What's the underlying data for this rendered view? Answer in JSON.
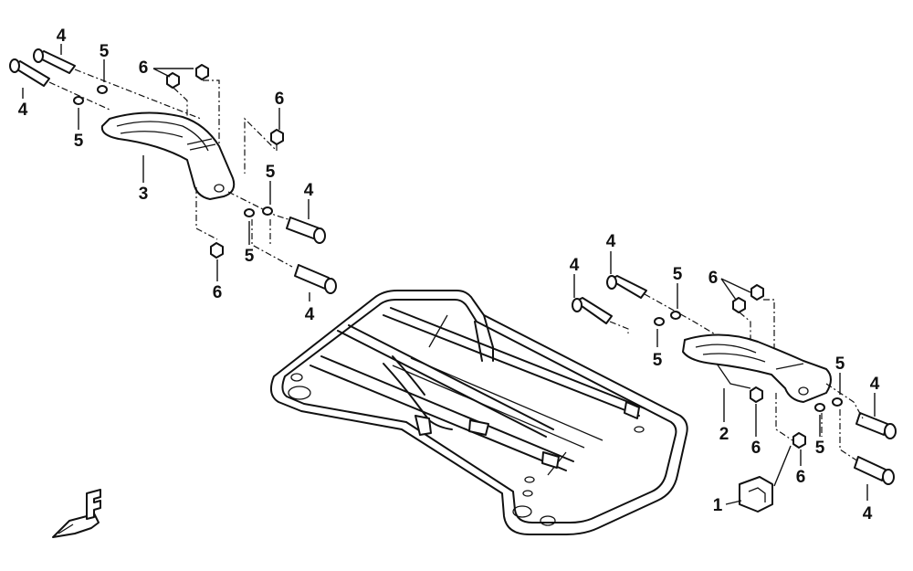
{
  "diagram": {
    "callouts": [
      {
        "id": "c-4-tl-top",
        "text": "4"
      },
      {
        "id": "c-4-tl-bot",
        "text": "4"
      },
      {
        "id": "c-5-tl-top",
        "text": "5"
      },
      {
        "id": "c-5-tl-bot",
        "text": "5"
      },
      {
        "id": "c-6-tl-top",
        "text": "6"
      },
      {
        "id": "c-6-tl-right",
        "text": "6"
      },
      {
        "id": "c-3",
        "text": "3"
      },
      {
        "id": "c-5-lm-a",
        "text": "5"
      },
      {
        "id": "c-4-lm-a",
        "text": "4"
      },
      {
        "id": "c-5-lm-b",
        "text": "5"
      },
      {
        "id": "c-6-lm-b",
        "text": "6"
      },
      {
        "id": "c-4-lm-b",
        "text": "4"
      },
      {
        "id": "c-4-r-a",
        "text": "4"
      },
      {
        "id": "c-4-r-b",
        "text": "4"
      },
      {
        "id": "c-5-r-a",
        "text": "5"
      },
      {
        "id": "c-6-r-top",
        "text": "6"
      },
      {
        "id": "c-5-r-b",
        "text": "5"
      },
      {
        "id": "c-5-r-c",
        "text": "5"
      },
      {
        "id": "c-4-r-c",
        "text": "4"
      },
      {
        "id": "c-2",
        "text": "2"
      },
      {
        "id": "c-6-r-b",
        "text": "6"
      },
      {
        "id": "c-5-r-d",
        "text": "5"
      },
      {
        "id": "c-6-r-c",
        "text": "6"
      },
      {
        "id": "c-1",
        "text": "1"
      },
      {
        "id": "c-4-r-d",
        "text": "4"
      }
    ],
    "front_marker": "F"
  }
}
